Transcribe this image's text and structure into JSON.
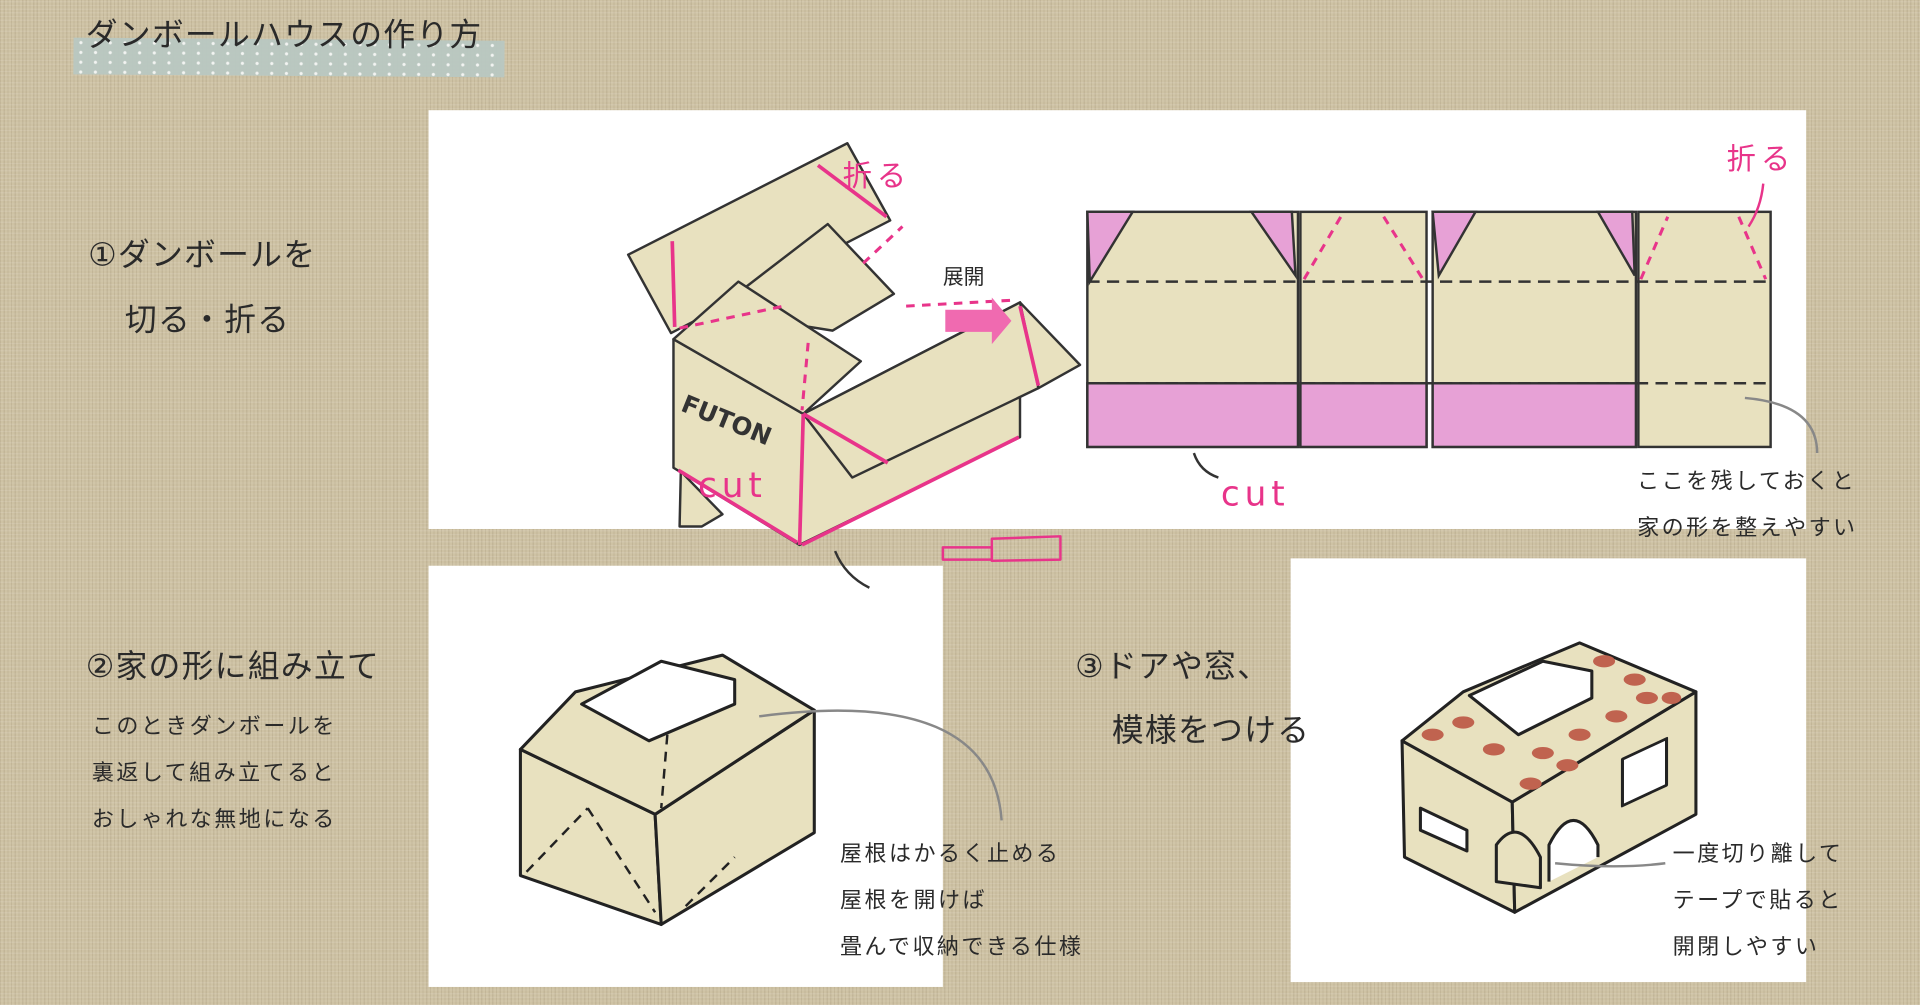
{
  "title": "ダンボールハウスの作り方",
  "step1": {
    "line1": "①ダンボールを",
    "line2": "切る・折る",
    "fold_label": "折る",
    "cut_label": "cut",
    "box_text": "FUTON",
    "unfold_label": "展開",
    "net_fold_label": "折る",
    "net_cut_label": "cut",
    "note": [
      "ここを残しておくと",
      "家の形を整えやすい"
    ]
  },
  "step2": {
    "heading": "②家の形に組み立て",
    "note": [
      "このときダンボールを",
      "裏返して組み立てると",
      "おしゃれな無地になる"
    ],
    "roof_note": [
      "屋根はかるく止める",
      "屋根を開けば",
      "畳んで収納できる仕様"
    ]
  },
  "step3": {
    "line1": "③ドアや窓、",
    "line2": "模様をつける",
    "note": [
      "一度切り離して",
      "テープで貼ると",
      "開閉しやすい"
    ]
  },
  "colors": {
    "cardboard": "#e8e1bf",
    "pink": "#e8348a",
    "pink_fill": "#e7a1d6",
    "tape": "#b9c8c2",
    "background": "#cec2a4"
  }
}
